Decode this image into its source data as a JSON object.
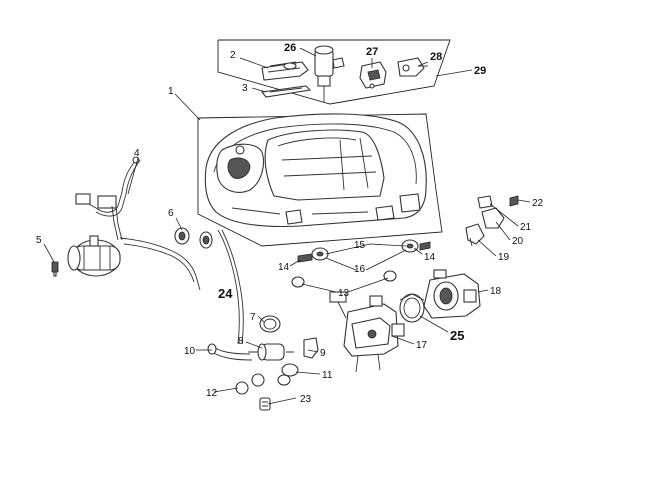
{
  "callouts": {
    "n1": "1",
    "n2": "2",
    "n3": "3",
    "n4": "4",
    "n5": "5",
    "n6": "6",
    "n7": "7",
    "n8": "8",
    "n9": "9",
    "n10": "10",
    "n11": "11",
    "n12": "12",
    "n13": "13",
    "n14a": "14",
    "n14b": "14",
    "n15": "15",
    "n16": "16",
    "n17": "17",
    "n18": "18",
    "n19": "19",
    "n20": "20",
    "n21": "21",
    "n22": "22",
    "n23": "23",
    "n24": "24",
    "n25": "25",
    "n26": "26",
    "n27": "27",
    "n28": "28",
    "n29": "29"
  }
}
